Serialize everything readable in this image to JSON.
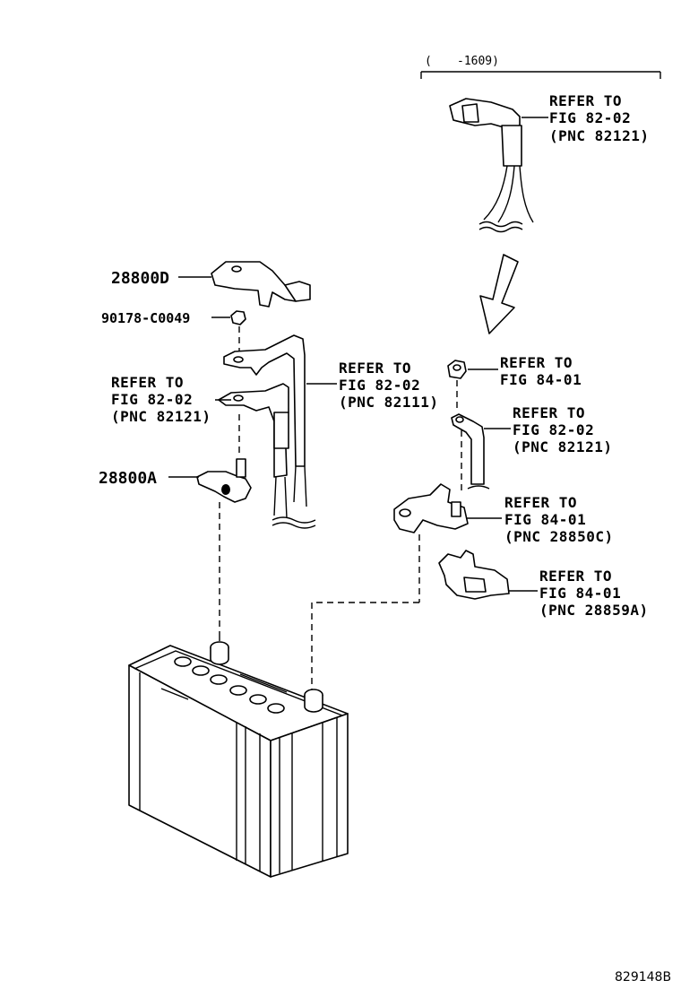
{
  "date_range": {
    "open": "(",
    "text": "-1609)"
  },
  "drawing_code": "829148B",
  "parts": [
    {
      "id": "28800D"
    },
    {
      "id": "90178-C0049"
    },
    {
      "id": "28800A"
    }
  ],
  "references": [
    {
      "line1": "REFER TO",
      "line2": "FIG 82-02",
      "line3": "(PNC 82121)"
    },
    {
      "line1": "REFER TO",
      "line2": "FIG 82-02",
      "line3": "(PNC 82121)"
    },
    {
      "line1": "REFER TO",
      "line2": "FIG 82-02",
      "line3": "(PNC 82111)"
    },
    {
      "line1": "REFER TO",
      "line2": "FIG 84-01"
    },
    {
      "line1": "REFER TO",
      "line2": "FIG 82-02",
      "line3": "(PNC 82121)"
    },
    {
      "line1": "REFER TO",
      "line2": "FIG 84-01",
      "line3": "(PNC 28850C)"
    },
    {
      "line1": "REFER TO",
      "line2": "FIG 84-01",
      "line3": "(PNC 28859A)"
    }
  ]
}
